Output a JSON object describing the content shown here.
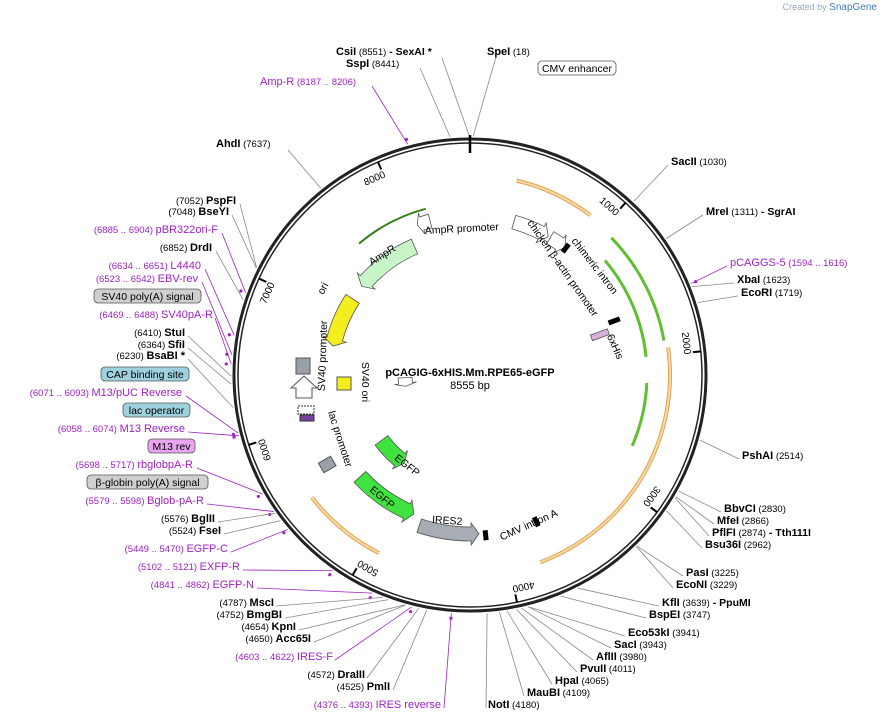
{
  "branding": {
    "created_by": "Created by",
    "product": "SnapGene",
    "accent": "#3d7dc2"
  },
  "plasmid": {
    "name": "pCAGIG-6xHIS.Mm.RPE65-eGFP",
    "length_label": "8555 bp",
    "length": 8555
  },
  "ticks": [
    {
      "bp": 1000,
      "label": "1000"
    },
    {
      "bp": 2000,
      "label": "2000"
    },
    {
      "bp": 3000,
      "label": "3000"
    },
    {
      "bp": 4000,
      "label": "4000"
    },
    {
      "bp": 5000,
      "label": "5000"
    },
    {
      "bp": 6000,
      "label": "6000"
    },
    {
      "bp": 7000,
      "label": "7000"
    },
    {
      "bp": 8000,
      "label": "8000"
    }
  ],
  "features": [
    {
      "name": "CMV enhancer",
      "start": 18,
      "end": 398,
      "color": "#ffffff",
      "dir": 1,
      "boxed": true
    },
    {
      "name": "chicken β-actin promoter",
      "start": 399,
      "end": 676,
      "color": "#ffffff",
      "dir": 1,
      "boxed": false
    },
    {
      "name": "chimeric intron",
      "start": 677,
      "end": 1687,
      "color": "#000000",
      "dir": 1,
      "boxed": false
    },
    {
      "name": "6xHis",
      "start": 1724,
      "end": 1741,
      "color": "#c9a0d0",
      "dir": 1,
      "boxed": false
    },
    {
      "name": "CMV intron A",
      "start": 3700,
      "end": 4120,
      "color": "#000000",
      "dir": 1,
      "boxed": false
    },
    {
      "name": "IRES2",
      "start": 4150,
      "end": 4740,
      "color": "#a8acb4",
      "dir": -1,
      "boxed": false
    },
    {
      "name": "EGFP",
      "start": 4750,
      "end": 5469,
      "color": "#3fe23f",
      "dir": -1,
      "boxed": false
    },
    {
      "name": "EGFP",
      "start": 5000,
      "end": 5300,
      "color": "#3fe23f",
      "dir": -1,
      "boxed": false
    },
    {
      "name": "lac promoter",
      "start": 6020,
      "end": 6050,
      "color": "#9aa0a6",
      "dir": -1,
      "boxed": false
    },
    {
      "name": "CAP binding site",
      "start": 6100,
      "end": 6120,
      "color": "#9aa0a6",
      "dir": -1,
      "boxed": false
    },
    {
      "name": "SV40 promoter",
      "start": 6140,
      "end": 6470,
      "color": "#ffffff",
      "dir": -1,
      "boxed": false
    },
    {
      "name": "SV40 ori",
      "start": 6280,
      "end": 6330,
      "color": "#f5ee1e",
      "dir": 1,
      "boxed": false
    },
    {
      "name": "ori",
      "start": 6620,
      "end": 7200,
      "color": "#f5ee1e",
      "dir": -1,
      "boxed": false
    },
    {
      "name": "AmpR",
      "start": 7400,
      "end": 8050,
      "color": "#c8f5c8",
      "dir": -1,
      "boxed": false
    },
    {
      "name": "AmpR promoter",
      "start": 8100,
      "end": 8205,
      "color": "#ffffff",
      "dir": -1,
      "boxed": false
    }
  ],
  "callouts": [
    {
      "name": "CMV enhancer",
      "style": "plain"
    },
    {
      "name": "SV40 poly(A) signal",
      "style": "gray"
    },
    {
      "name": "CAP binding site",
      "style": "teal"
    },
    {
      "name": "lac operator",
      "style": "teal"
    },
    {
      "name": "M13 rev",
      "style": "pink"
    },
    {
      "name": "β-globin poly(A) signal",
      "style": "gray"
    }
  ],
  "labels": [
    {
      "id": "csii",
      "text": "CsiI",
      "pos": "(8551)",
      "extra": "SexAI *",
      "bp": 8551
    },
    {
      "id": "sspi",
      "text": "SspI",
      "pos": "(8441)",
      "bp": 8441
    },
    {
      "id": "spei",
      "text": "SpeI",
      "pos": "(18)",
      "bp": 18
    },
    {
      "id": "ampr",
      "text": "Amp-R",
      "pos": "(8187 .. 8206)",
      "primer": true,
      "bp": 8196
    },
    {
      "id": "ahdi",
      "text": "AhdI",
      "pos": "(7637)",
      "bp": 7637
    },
    {
      "id": "sacii",
      "text": "SacII",
      "pos": "(1030)",
      "bp": 1030
    },
    {
      "id": "psfpi",
      "text": "PspFI",
      "pos": "(7052)",
      "bp": 7052
    },
    {
      "id": "bseyi",
      "text": "BseYI",
      "pos": "(7048)",
      "bp": 7048
    },
    {
      "id": "mrei",
      "text": "MreI",
      "pos": "(1311)",
      "extra": "SgrAI",
      "bp": 1311
    },
    {
      "id": "pbr",
      "text": "pBR322ori-F",
      "pos": "(6885 .. 6904)",
      "primer": true,
      "bp": 6895
    },
    {
      "id": "drdi",
      "text": "DrdI",
      "pos": "(6852)",
      "bp": 6852
    },
    {
      "id": "pcaggs",
      "text": "pCAGGS-5",
      "pos": "(1594 .. 1616)",
      "primer": true,
      "bp": 1605
    },
    {
      "id": "l4440",
      "text": "L4440",
      "pos": "(6634 .. 6651)",
      "primer": true,
      "bp": 6642
    },
    {
      "id": "xbai",
      "text": "XbaI",
      "pos": "(1623)",
      "bp": 1623
    },
    {
      "id": "ebv",
      "text": "EBV-rev",
      "pos": "(6523 .. 6542)",
      "primer": true,
      "bp": 6532
    },
    {
      "id": "ecori",
      "text": "EcoRI",
      "pos": "(1719)",
      "bp": 1719
    },
    {
      "id": "sv40pa",
      "text": "SV40pA-R",
      "pos": "(6469 .. 6488)",
      "primer": true,
      "bp": 6478
    },
    {
      "id": "stui",
      "text": "StuI",
      "pos": "(6410)",
      "bp": 6410
    },
    {
      "id": "sfii",
      "text": "SfiI",
      "pos": "(6364)",
      "bp": 6364
    },
    {
      "id": "bsabi",
      "text": "BsaBI *",
      "pos": "(6230)",
      "bp": 6230
    },
    {
      "id": "m13puc",
      "text": "M13/pUC Reverse",
      "pos": "(6071 .. 6093)",
      "primer": true,
      "bp": 6082
    },
    {
      "id": "m13r",
      "text": "M13 Reverse",
      "pos": "(6058 .. 6074)",
      "primer": true,
      "bp": 6066
    },
    {
      "id": "pshai",
      "text": "PshAI",
      "pos": "(2514)",
      "bp": 2514
    },
    {
      "id": "rbglob",
      "text": "rbglobpA-R",
      "pos": "(5698 .. 5717)",
      "primer": true,
      "bp": 5707
    },
    {
      "id": "bglobpa",
      "text": "Bglob-pA-R",
      "pos": "(5579 .. 5598)",
      "primer": true,
      "bp": 5588
    },
    {
      "id": "bbvci",
      "text": "BbvCI",
      "pos": "(2830)",
      "bp": 2830
    },
    {
      "id": "mfei",
      "text": "MfeI",
      "pos": "(2866)",
      "bp": 2866
    },
    {
      "id": "pflfi",
      "text": "PflFI",
      "pos": "(2874)",
      "extra": "Tth111I",
      "bp": 2874
    },
    {
      "id": "bglii",
      "text": "BglII",
      "pos": "(5576)",
      "bp": 5576
    },
    {
      "id": "fsei",
      "text": "FseI",
      "pos": "(5524)",
      "bp": 5524
    },
    {
      "id": "bsu36i",
      "text": "Bsu36I",
      "pos": "(2962)",
      "bp": 2962
    },
    {
      "id": "egfpc",
      "text": "EGFP-C",
      "pos": "(5449 .. 5470)",
      "primer": true,
      "bp": 5459
    },
    {
      "id": "exfpr",
      "text": "EXFP-R",
      "pos": "(5102 .. 5121)",
      "primer": true,
      "bp": 5111
    },
    {
      "id": "pasi",
      "text": "PasI",
      "pos": "(3225)",
      "bp": 3225
    },
    {
      "id": "econi",
      "text": "EcoNI",
      "pos": "(3229)",
      "bp": 3229
    },
    {
      "id": "egfpn",
      "text": "EGFP-N",
      "pos": "(4841 .. 4862)",
      "primer": true,
      "bp": 4851
    },
    {
      "id": "kfli",
      "text": "KflI",
      "pos": "(3639)",
      "extra": "PpuMI",
      "bp": 3639
    },
    {
      "id": "mscl",
      "text": "MscI",
      "pos": "(4787)",
      "bp": 4787
    },
    {
      "id": "bspei",
      "text": "BspEI",
      "pos": "(3747)",
      "bp": 3747
    },
    {
      "id": "bmgbi",
      "text": "BmgBI",
      "pos": "(4752)",
      "bp": 4752
    },
    {
      "id": "kpni",
      "text": "KpnI",
      "pos": "(4654)",
      "bp": 4654
    },
    {
      "id": "eco53ki",
      "text": "Eco53kI",
      "pos": "(3941)",
      "bp": 3941
    },
    {
      "id": "acc65i",
      "text": "Acc65I",
      "pos": "(4650)",
      "bp": 4650
    },
    {
      "id": "saci",
      "text": "SacI",
      "pos": "(3943)",
      "bp": 3943
    },
    {
      "id": "iresf",
      "text": "IRES-F",
      "pos": "(4603 .. 4622)",
      "primer": true,
      "bp": 4612
    },
    {
      "id": "aflii",
      "text": "AflII",
      "pos": "(3980)",
      "bp": 3980
    },
    {
      "id": "pvuii",
      "text": "PvuII",
      "pos": "(4011)",
      "bp": 4011
    },
    {
      "id": "draiii",
      "text": "DraIII",
      "pos": "(4572)",
      "bp": 4572
    },
    {
      "id": "hpai",
      "text": "HpaI",
      "pos": "(4065)",
      "bp": 4065
    },
    {
      "id": "pmli",
      "text": "PmlI",
      "pos": "(4525)",
      "bp": 4525
    },
    {
      "id": "maubi",
      "text": "MauBI",
      "pos": "(4109)",
      "bp": 4109
    },
    {
      "id": "iresrev",
      "text": "IRES reverse",
      "pos": "(4376 .. 4393)",
      "primer": true,
      "bp": 4384
    },
    {
      "id": "noti",
      "text": "NotI",
      "pos": "(4180)",
      "bp": 4180
    }
  ],
  "colors": {
    "primer": "#a020c8",
    "enzyme": "#000000",
    "pos": "#000000",
    "gfp": "#3fe23f",
    "orf_arc": "#e2a24a",
    "green_arc": "#5fbf2f",
    "yellow": "#f5ee1e",
    "teal": "#9fd0de",
    "pink": "#e9a5ef",
    "gray": "#cfcfcf"
  }
}
